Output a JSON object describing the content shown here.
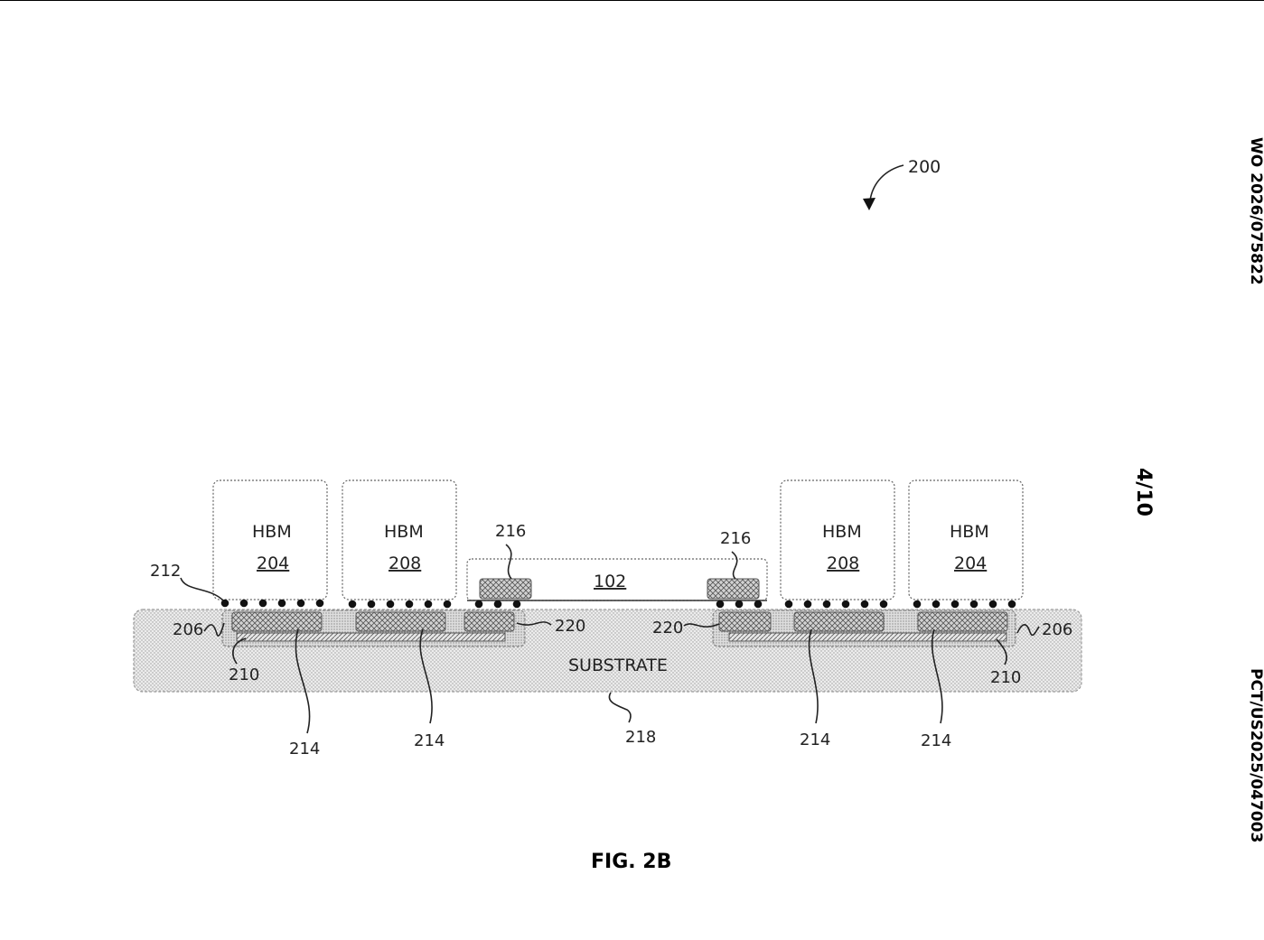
{
  "header": {
    "publication_number": "WO 2026/075822",
    "application_number": "PCT/US2025/047003",
    "sheet": "4/10"
  },
  "figure": {
    "caption": "FIG. 2B",
    "assembly_ref": "200",
    "substrate_label": "SUBSTRATE",
    "substrate_ref": "218",
    "die_ref": "102",
    "hbm_modules": [
      {
        "name": "HBM",
        "ref": "204"
      },
      {
        "name": "HBM",
        "ref": "208"
      },
      {
        "name": "HBM",
        "ref": "208"
      },
      {
        "name": "HBM",
        "ref": "204"
      }
    ],
    "callouts": {
      "bumps": "212",
      "bridge_pads_left": "216",
      "bridge_pads_right": "216",
      "interposer_left": "206",
      "interposer_right": "206",
      "layer_left": "210",
      "layer_right": "210",
      "pad_region_left": "220",
      "pad_region_right": "220",
      "pad_1": "214",
      "pad_2": "214",
      "pad_3": "214",
      "pad_4": "214"
    }
  }
}
